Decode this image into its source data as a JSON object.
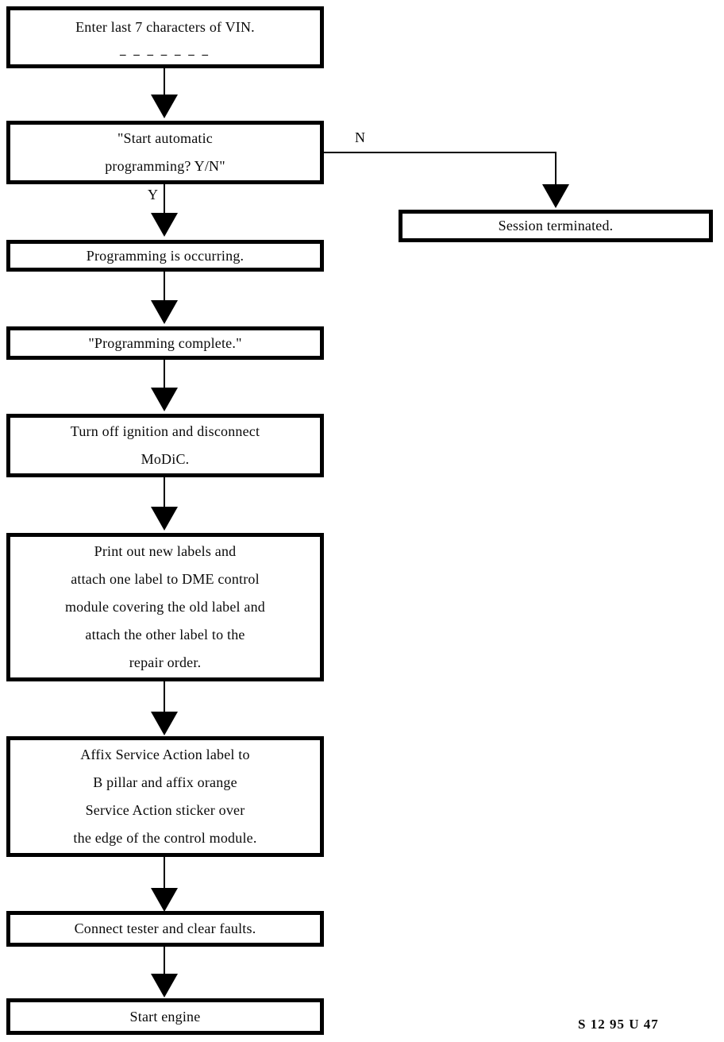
{
  "flowchart": {
    "enter_vin": {
      "line1": "Enter last 7 characters of VIN.",
      "blanks": "_ _ _ _ _ _ _"
    },
    "start_prompt": {
      "line1": "\"Start automatic",
      "line2": "programming? Y/N\"",
      "yes_label": "Y",
      "no_label": "N"
    },
    "session_terminated": {
      "line1": "Session terminated."
    },
    "programming_occurring": {
      "line1": "Programming is occurring."
    },
    "programming_complete": {
      "line1": "\"Programming complete.\""
    },
    "turn_off_ignition": {
      "line1": "Turn off ignition and disconnect",
      "line2": "MoDiC."
    },
    "print_labels": {
      "line1": "Print out new labels and",
      "line2": "attach one label to DME control",
      "line3": "module covering the old label and",
      "line4": "attach the other label to the",
      "line5": "repair order."
    },
    "affix_labels": {
      "line1": "Affix Service Action label to",
      "line2": "B pillar and affix orange",
      "line3": "Service Action sticker over",
      "line4": "the edge of the control module."
    },
    "connect_tester": {
      "line1": "Connect tester and clear faults."
    },
    "start_engine": {
      "line1": "Start engine"
    }
  },
  "caption": "S 12 95 U 47"
}
